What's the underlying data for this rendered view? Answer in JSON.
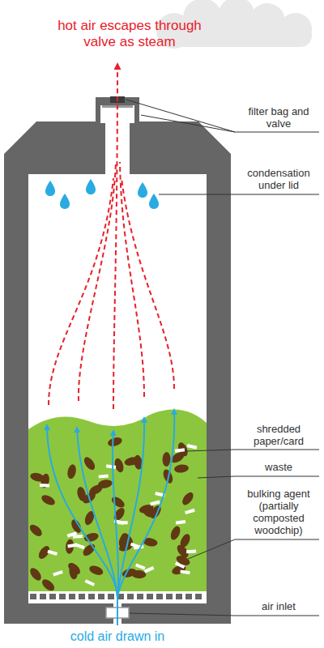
{
  "diagram": {
    "labels": [
      "hot air escapes through valve as steam",
      "filter bag and valve",
      "condensation under lid",
      "shredded paper/card",
      "waste",
      "bulking agent (partially composted woodchip)",
      "air inlet",
      "cold air drawn in"
    ]
  }
}
